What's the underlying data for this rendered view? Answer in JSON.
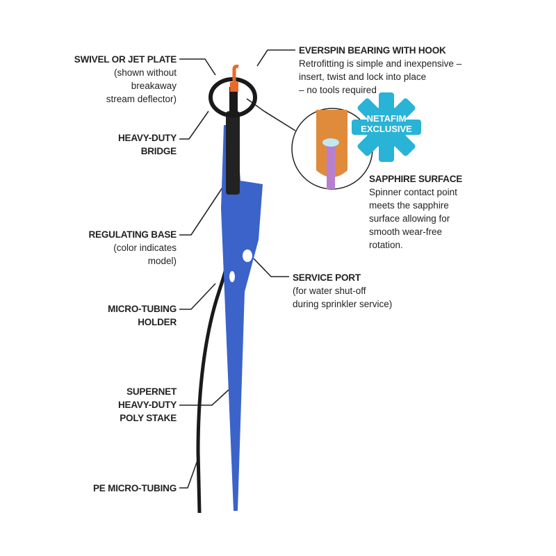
{
  "labels": {
    "swivel": {
      "title": "SWIVEL OR JET PLATE",
      "l1": "(shown without",
      "l2": "breakaway",
      "l3": "stream deflector)"
    },
    "bridge": {
      "t1": "HEAVY-DUTY",
      "t2": "BRIDGE"
    },
    "base": {
      "title": "REGULATING BASE",
      "l1": "(color indicates",
      "l2": "model)"
    },
    "holder": {
      "t1": "MICRO-TUBING",
      "t2": "HOLDER"
    },
    "stake": {
      "t1": "SUPERNET",
      "t2": "HEAVY-DUTY",
      "t3": "POLY STAKE"
    },
    "tubing": {
      "title": "PE MICRO-TUBING"
    },
    "everspin": {
      "title": "EVERSPIN BEARING WITH HOOK",
      "l1": "Retrofitting is simple and inexpensive –",
      "l2": "insert, twist and lock into place",
      "l3": "– no tools required"
    },
    "sapphire": {
      "title": "SAPPHIRE SURFACE",
      "l1": "Spinner contact point",
      "l2": "meets the sapphire",
      "l3": "surface allowing for",
      "l4": "smooth wear-free",
      "l5": "rotation."
    },
    "port": {
      "title": "SERVICE PORT",
      "l1": "(for water shut-off",
      "l2": "during sprinkler service)"
    }
  },
  "badge": {
    "l1": "NETAFIM",
    "l2": "EXCLUSIVE"
  },
  "colors": {
    "stake": "#3b63c9",
    "badge": "#29b3d6",
    "hook": "#e8692a",
    "text": "#222222"
  }
}
